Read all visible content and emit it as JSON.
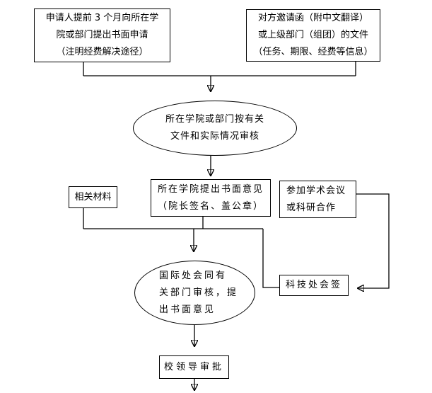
{
  "flowchart": {
    "background_color": "#ffffff",
    "line_color": "#000000",
    "text_color": "#000000",
    "nodes": {
      "application": {
        "shape": "rect",
        "text": "申请人提前 3 个月向所在学\n院或部门提出书面申请\n（注明经费解决途径）"
      },
      "invitation": {
        "shape": "rect",
        "text": "对方邀请函（附中文翻译）\n或上级部门（组团）的文件\n（任务、期限、经费等信息）"
      },
      "college_review": {
        "shape": "ellipse",
        "text": "所在学院或部门按有关\n文件和实际情况审核"
      },
      "materials": {
        "shape": "rect",
        "text": "相关材料"
      },
      "college_opinion": {
        "shape": "rect",
        "text": "所在学院提出书面意见\n（院长签名、盖公章）"
      },
      "activity": {
        "shape": "rect",
        "text": "参加学术会议\n或科研合作"
      },
      "intl_review": {
        "shape": "ellipse",
        "text": "国际处会同有\n关部门审核，提\n出书面意见"
      },
      "countersign": {
        "shape": "rect",
        "text": "科技处会签"
      },
      "leader": {
        "shape": "rect",
        "text": "校领导审批"
      }
    }
  }
}
